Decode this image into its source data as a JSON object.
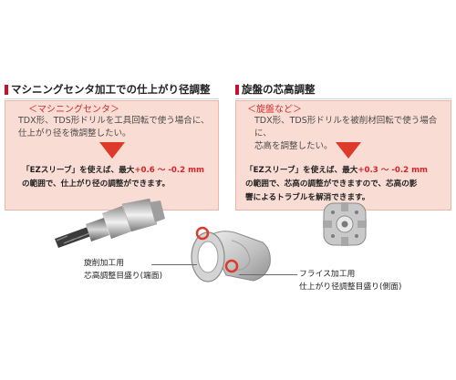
{
  "left": {
    "title": "マシニングセンタ加工での仕上がり径調整",
    "tag": "＜マシニングセンタ＞",
    "desc_line1": "TDX形、TDS形ドリルを工具回転で使う場合に、",
    "desc_line2": "仕上がり径を微調整したい。",
    "result_a": "「EZスリーブ」を使えば、最大",
    "result_range": "+0.6 ～ -0.2 mm",
    "result_b": "の範囲で、仕上がり径の調整ができます。",
    "image_label": "drill-tool-holder"
  },
  "right": {
    "title": "旋盤の芯高調整",
    "tag": "＜旋盤など＞",
    "desc_line1": "TDX形、TDS形ドリルを被削材回転で使う場合に、",
    "desc_line2": "芯高を調整したい。",
    "result_a": "「EZスリーブ」を使えば、最大",
    "result_range": "+0.3 ～ -0.2 mm",
    "result_b": "の範囲で、芯高の調整ができますので、芯高の影",
    "result_c": "響によるトラブルを解消できます。",
    "image_label": "lathe-chuck"
  },
  "callouts": {
    "lathe_line1": "旋削加工用",
    "lathe_line2": "芯高調整目盛り(端面)",
    "mill_line1": "フライス加工用",
    "mill_line2": "仕上がり径調整目盛り(側面)"
  },
  "colors": {
    "accent": "#c8102e",
    "panel_bg": "#f9dcd3",
    "arrow": "#dd3a2a"
  }
}
